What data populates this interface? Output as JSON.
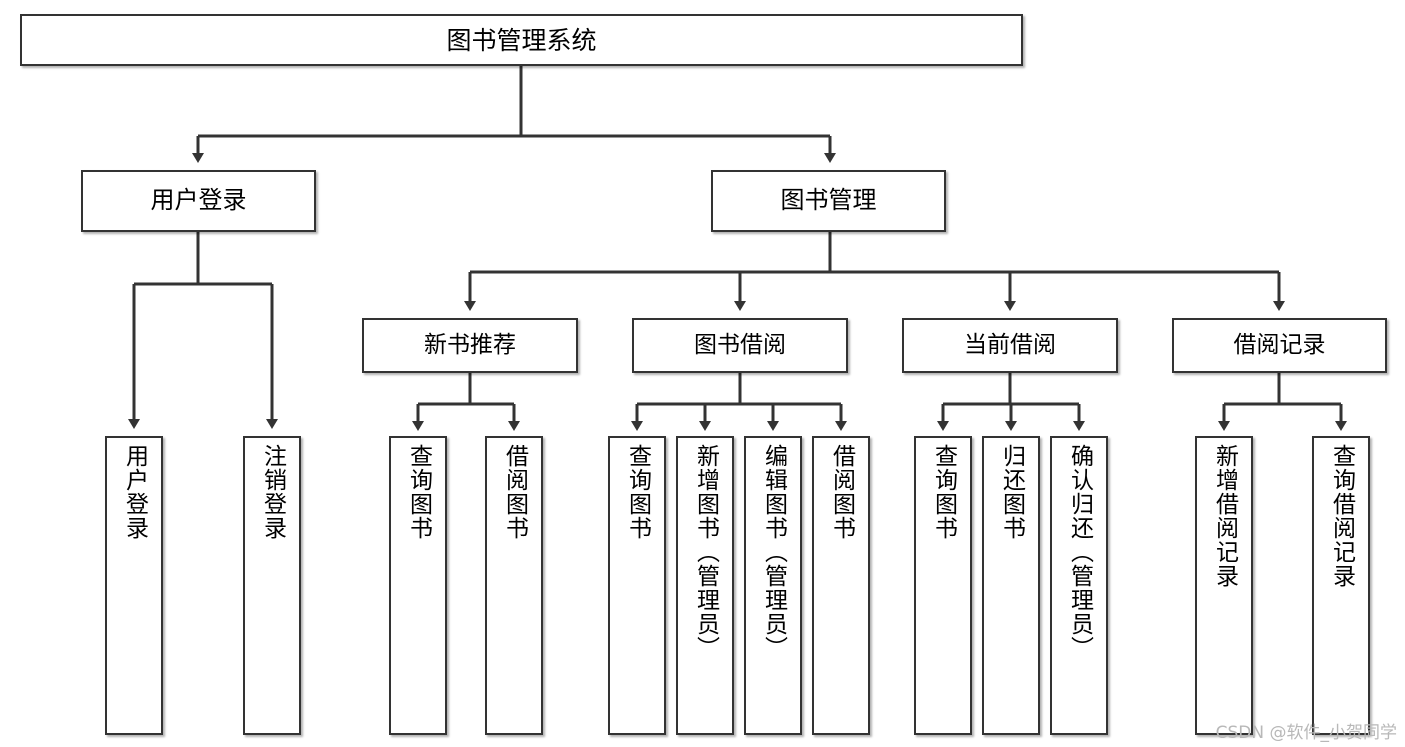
{
  "diagram": {
    "type": "tree",
    "title": "图书管理系统",
    "orientation": "top-down",
    "colors": {
      "box_border": "#333333",
      "box_fill": "#ffffff",
      "link": "#333333",
      "text": "#000000",
      "watermark": "#b8b8b8"
    },
    "root": {
      "label": "图书管理系统"
    },
    "level2": [
      {
        "label": "用户登录"
      },
      {
        "label": "图书管理"
      }
    ],
    "level3": [
      {
        "label": "新书推荐"
      },
      {
        "label": "图书借阅"
      },
      {
        "label": "当前借阅"
      },
      {
        "label": "借阅记录"
      }
    ],
    "leaves": {
      "user_login": [
        {
          "label": "用户登录"
        },
        {
          "label": "注销登录"
        }
      ],
      "new_book_recommend": [
        {
          "label": "查询图书"
        },
        {
          "label": "借阅图书"
        }
      ],
      "book_borrow": [
        {
          "label": "查询图书"
        },
        {
          "label": "新增图书（管理员）"
        },
        {
          "label": "编辑图书（管理员）"
        },
        {
          "label": "借阅图书"
        }
      ],
      "current_borrow": [
        {
          "label": "查询图书"
        },
        {
          "label": "归还图书"
        },
        {
          "label": "确认归还（管理员）"
        }
      ],
      "borrow_record": [
        {
          "label": "新增借阅记录"
        },
        {
          "label": "查询借阅记录"
        }
      ]
    }
  },
  "watermark": {
    "text": "CSDN @软件_小贺同学"
  }
}
